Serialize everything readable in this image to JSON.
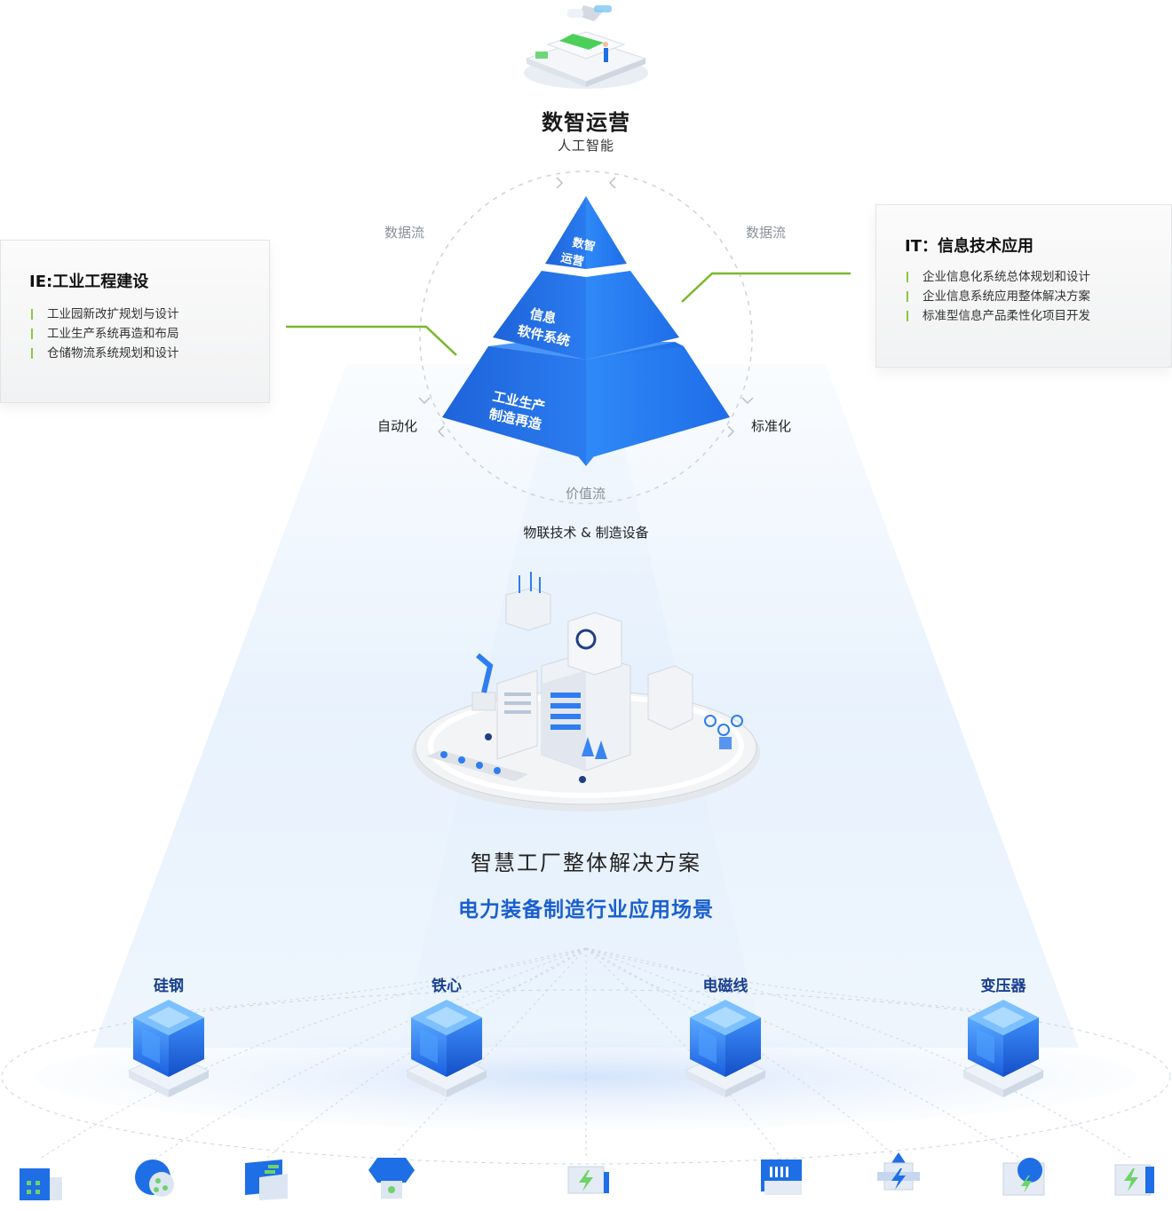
{
  "top": {
    "title": "数智运营",
    "subtitle": "人工智能"
  },
  "flows": {
    "left": "数据流",
    "right": "数据流",
    "bottom": "价值流"
  },
  "sides": {
    "left": "自动化",
    "right": "标准化"
  },
  "pyramid": {
    "top_line1": "数智",
    "top_line2": "运营",
    "mid_line1": "信息",
    "mid_line2": "软件系统",
    "bot_line1": "工业生产",
    "bot_line2": "制造再造"
  },
  "ie_card": {
    "title": "IE:工业工程建设",
    "items": [
      "工业园新改扩规划与设计",
      "工业生产系统再造和布局",
      "仓储物流系统规划和设计"
    ]
  },
  "it_card": {
    "title": "IT：信息技术应用",
    "items": [
      "企业信息化系统总体规划和设计",
      "企业信息系统应用整体解决方案",
      "标准型信息产品柔性化项目开发"
    ]
  },
  "iot_label": "物联技术 & 制造设备",
  "main": {
    "title": "智慧工厂整体解决方案",
    "subtitle": "电力装备制造行业应用场景"
  },
  "nodes": [
    "硅钢",
    "铁心",
    "电磁线",
    "变压器"
  ],
  "bottom_icons": [
    "factory-icon",
    "gear-network-icon",
    "panel-icon",
    "valve-icon",
    "battery-icon",
    "server-icon",
    "tower-power-icon",
    "meter-icon",
    "charger-icon"
  ],
  "colors": {
    "accent": "#1a5fcf",
    "pyramid_blue": "#1e6ee6",
    "line_green": "#7ab82b"
  }
}
